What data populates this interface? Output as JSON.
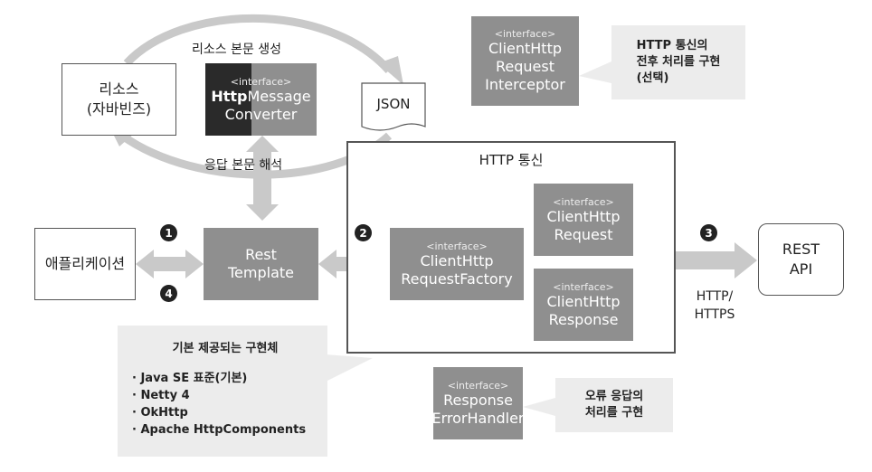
{
  "resource_box": {
    "line1": "리소스",
    "line2": "(자바빈즈)"
  },
  "label_create_body": "리소스 본문 생성",
  "label_parse_body": "응답 본문 해석",
  "interface_tag": "<interface>",
  "http_message_converter": {
    "part1": "Http",
    "part2": "Message",
    "line2": "Converter"
  },
  "json_label": "JSON",
  "interceptor": {
    "name": "ClientHttp\nRequest\nInterceptor"
  },
  "interceptor_note": "HTTP 통신의\n전후 처리를 구현\n(선택)",
  "http_group_title": "HTTP 통신",
  "client_http_request": "ClientHttp\nRequest",
  "client_http_response": "ClientHttp\nResponse",
  "request_factory": "ClientHttp\nRequestFactory",
  "rest_template": "Rest\nTemplate",
  "application_box": "애플리케이션",
  "rest_api": "REST\nAPI",
  "protocol_label": "HTTP/\nHTTPS",
  "steps": {
    "s1": "1",
    "s2": "2",
    "s3": "3",
    "s4": "4"
  },
  "impl_note": {
    "title": "기본 제공되는 구현체",
    "items": [
      "Java SE 표준(기본)",
      "Netty 4",
      "OkHttp",
      "Apache HttpComponents"
    ]
  },
  "error_handler": "Response\nErrorHandler",
  "error_note": "오류 응답의\n처리를 구현",
  "colors": {
    "gray_box": "#8f8f8f",
    "dark_box": "#2a2a2a",
    "arrow": "#c9c9c9",
    "note_bg": "#ececec"
  }
}
